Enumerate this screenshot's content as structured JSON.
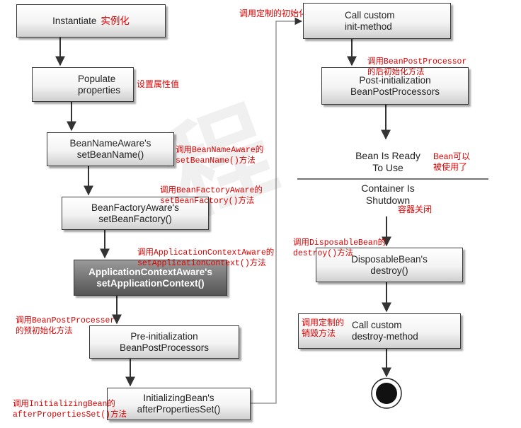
{
  "boxes": {
    "instantiate": {
      "line1": "Instantiate",
      "note": "实例化"
    },
    "populate": {
      "line1": "Populate",
      "line2": "properties",
      "note": "设置属性值"
    },
    "bean_name_aware": {
      "line1": "BeanNameAware's",
      "line2": "setBeanName()"
    },
    "bean_factory_aware": {
      "line1": "BeanFactoryAware's",
      "line2": "setBeanFactory()"
    },
    "app_context_aware": {
      "line1": "ApplicationContextAware's",
      "line2": "setApplicationContext()"
    },
    "pre_init": {
      "line1": "Pre-initialization",
      "line2": "BeanPostProcessors"
    },
    "initializing_bean": {
      "line1": "InitializingBean's",
      "line2": "afterPropertiesSet()"
    },
    "custom_init": {
      "line1": "Call custom",
      "line2": "init-method"
    },
    "post_init": {
      "line1": "Post-initialization",
      "line2": "BeanPostProcessors"
    },
    "disposable_bean": {
      "line1": "DisposableBean's",
      "line2": "destroy()"
    },
    "custom_destroy": {
      "line1": "Call custom",
      "line2": "destroy-method"
    }
  },
  "states": {
    "ready": {
      "line1": "Bean Is Ready",
      "line2": "To Use"
    },
    "shutdown": {
      "line1": "Container Is",
      "line2": "Shutdown"
    }
  },
  "notes": {
    "bean_name_aware": {
      "line1": "调用BeanNameAware的",
      "line2": "setBeanName()方法"
    },
    "bean_factory_aware": {
      "line1": "调用BeanFactoryAware的",
      "line2": "setBeanFactory()方法"
    },
    "app_context_aware": {
      "line1": "调用ApplicationContextAware的",
      "line2": "setApplicationContext()方法"
    },
    "pre_init": {
      "line1": "调用BeanPostProcesser",
      "line2": "的预初始化方法"
    },
    "initializing_bean": {
      "line1": "调用InitializingBean的",
      "line2": "afterPropertiesSet()方法"
    },
    "custom_init": "调用定制的初始化方法",
    "post_init": {
      "line1": "调用BeanPostProcessor",
      "line2": "的后初始化方法"
    },
    "ready": {
      "line1": "Bean可以",
      "line2": "被使用了"
    },
    "shutdown": "容器关闭",
    "disposable_bean": {
      "line1": "调用DisposableBean的",
      "line2": "destroy()方法"
    },
    "custom_destroy": {
      "line1": "调用定制的",
      "line2": "销毁方法"
    }
  },
  "colors": {
    "annotation": "#e00000",
    "dark_box": "#6f6f6f",
    "arrow": "#333333"
  }
}
